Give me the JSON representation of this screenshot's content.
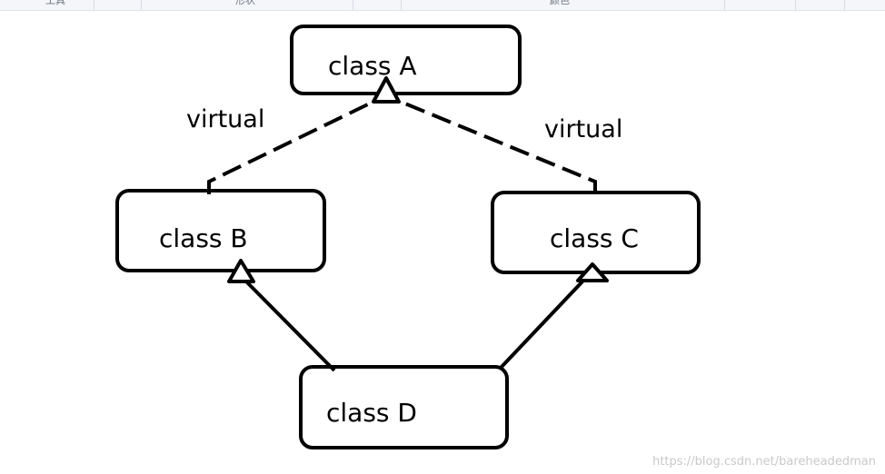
{
  "toolbar": {
    "groups": [
      {
        "label": "工具"
      },
      {
        "label": "形状"
      },
      {
        "label": "颜色"
      }
    ]
  },
  "diagram": {
    "nodes": {
      "a": {
        "label": "class A"
      },
      "b": {
        "label": "class B"
      },
      "c": {
        "label": "class C"
      },
      "d": {
        "label": "class D"
      }
    },
    "edges": {
      "b_to_a": {
        "label": "virtual"
      },
      "c_to_a": {
        "label": "virtual"
      }
    }
  },
  "watermark": "https://blog.csdn.net/bareheadedman"
}
